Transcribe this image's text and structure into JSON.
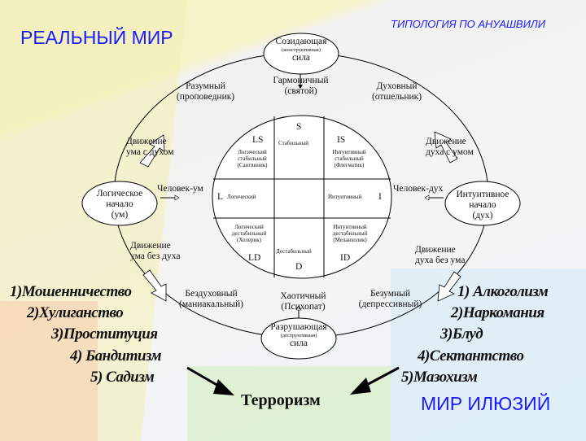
{
  "titles": {
    "real_world": "РЕАЛЬНЫЙ  МИР",
    "typology": "ТИПОЛОГИЯ ПО АНУАШВИЛИ",
    "illusion_world": "МИР ИЛЮЗИЙ"
  },
  "nodes": {
    "top": {
      "l1": "Созидающая",
      "l2": "(конструктивная)",
      "l3": "сила"
    },
    "bottom": {
      "l1": "Разрушающая",
      "l2": "(деструктивная)",
      "l3": "сила"
    },
    "left": {
      "l1": "Логическое",
      "l2": "начало",
      "l3": "(ум)"
    },
    "right": {
      "l1": "Интуитивное",
      "l2": "начало",
      "l3": "(дух)"
    }
  },
  "types": {
    "harmonic": {
      "l1": "Гармоничный",
      "l2": "(святой)"
    },
    "rational": {
      "l1": "Разумный",
      "l2": "(проповедник)"
    },
    "spiritual": {
      "l1": "Духовный",
      "l2": "(отшельник)"
    },
    "soulless": {
      "l1": "Бездуховный",
      "l2": "(маниакальный)"
    },
    "chaotic": {
      "l1": "Хаотичный",
      "l2": "(Психопат)"
    },
    "insane": {
      "l1": "Безумный",
      "l2": "(депрессивный)"
    }
  },
  "movements": {
    "mind_with_spirit": {
      "l1": "Движение",
      "l2": "ума с духом"
    },
    "spirit_with_mind": {
      "l1": "Движение",
      "l2": "духа с умом"
    },
    "mind_without_spirit": {
      "l1": "Движение",
      "l2": "ума без духа"
    },
    "spirit_without_mind": {
      "l1": "Движение",
      "l2": "духа без ума"
    },
    "man_mind": "Человек-ум",
    "man_spirit": "Человек-дух"
  },
  "inner": {
    "S": "S",
    "S_text": "Стабильный",
    "LS": "LS",
    "LS_l1": "Логический",
    "LS_l2": "стабильный",
    "LS_l3": "(Сангвиник)",
    "IS": "IS",
    "IS_l1": "Интуитивный",
    "IS_l2": "стабильный",
    "IS_l3": "(Флегматик)",
    "L": "L",
    "L_text": "Логический",
    "I": "I",
    "I_text": "Интуитивный",
    "LD": "LD",
    "LD_l1": "Логический",
    "LD_l2": "дестабильный",
    "LD_l3": "(Холерик)",
    "ID": "ID",
    "ID_l1": "Интуитивный",
    "ID_l2": "дестабильный",
    "ID_l3": "(Меланхолик)",
    "D": "D",
    "D_text": "Дестабильный"
  },
  "left_list": [
    "1)Мошенничество",
    "2)Хулиганство",
    "3)Проституция",
    "4) Бандитизм",
    "5) Садизм"
  ],
  "right_list": [
    "1)  Алкоголизм",
    "2)Наркомания",
    "3)Блуд",
    "4)Сектантство",
    "5)Мазохизм"
  ],
  "result": "Терроризм"
}
